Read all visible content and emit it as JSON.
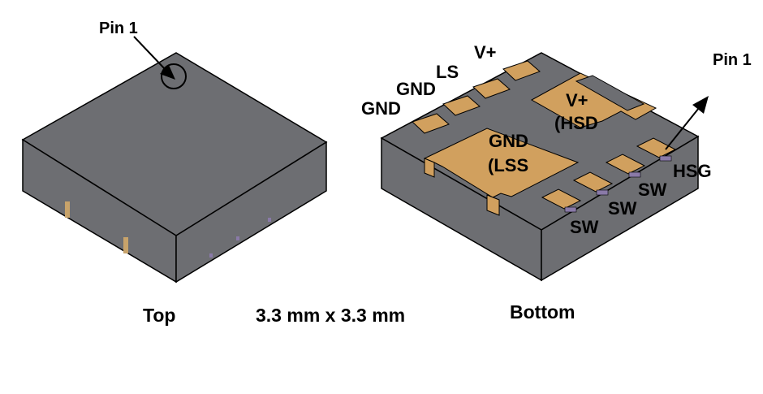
{
  "figure": {
    "top_view": {
      "pin1_label": "Pin 1",
      "caption": "Top"
    },
    "bottom_view": {
      "pin1_label": "Pin 1",
      "caption": "Bottom",
      "pad_labels": {
        "v_plus": "V+",
        "ls": "LS",
        "gnd_1": "GND",
        "gnd_2": "GND",
        "hsd_line1": "V+",
        "hsd_line2": "(HSD",
        "lss_line1": "GND",
        "lss_line2": "(LSS",
        "hsg": "HSG",
        "sw_1": "SW",
        "sw_2": "SW",
        "sw_3": "SW"
      }
    },
    "dimensions": "3.3 mm x 3.3 mm",
    "colors": {
      "package_top": "#6d6e72",
      "package_side": "#6d6e72",
      "edge": "#000000",
      "pad": "#d1a05e",
      "pin_stub": "#8a7aa8"
    }
  }
}
